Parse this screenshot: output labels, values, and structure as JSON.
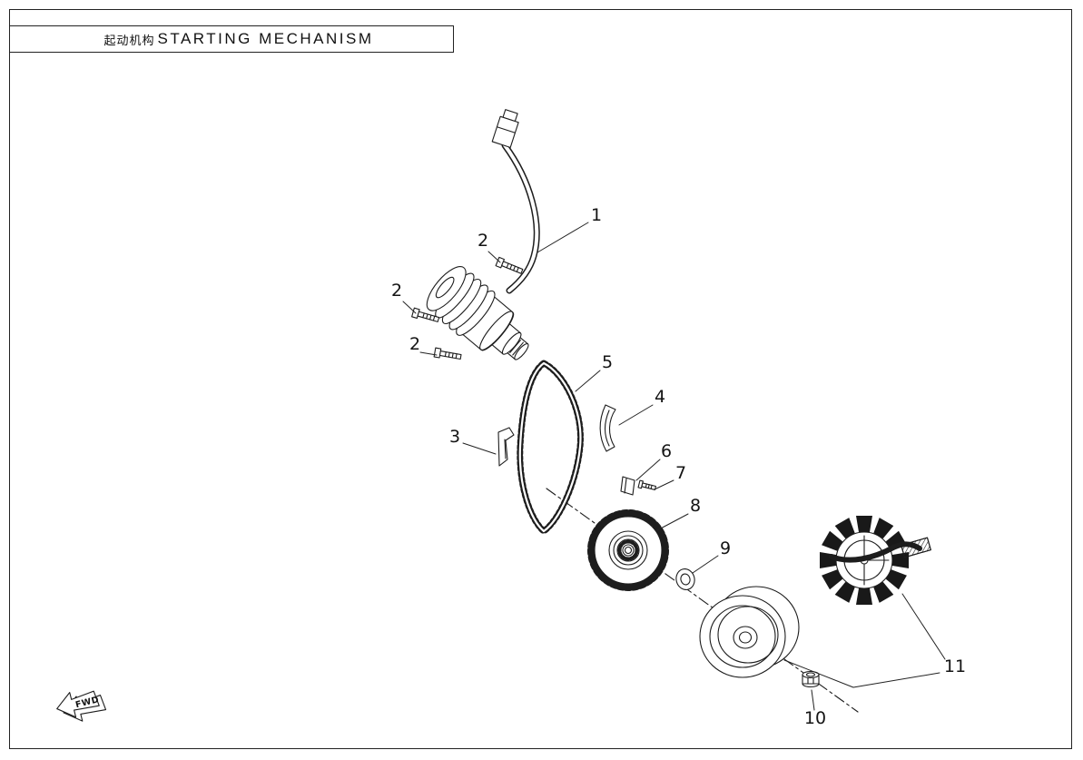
{
  "title_block": {
    "title_cn": "起动机构",
    "title_en": "STARTING MECHANISM"
  },
  "direction_marker": {
    "label": "FWD"
  },
  "callouts": {
    "c1": "1",
    "c2": "2",
    "c3": "3",
    "c4": "4",
    "c5": "5",
    "c6": "6",
    "c7": "7",
    "c8": "8",
    "c9": "9",
    "c10": "10",
    "c11": "11"
  }
}
